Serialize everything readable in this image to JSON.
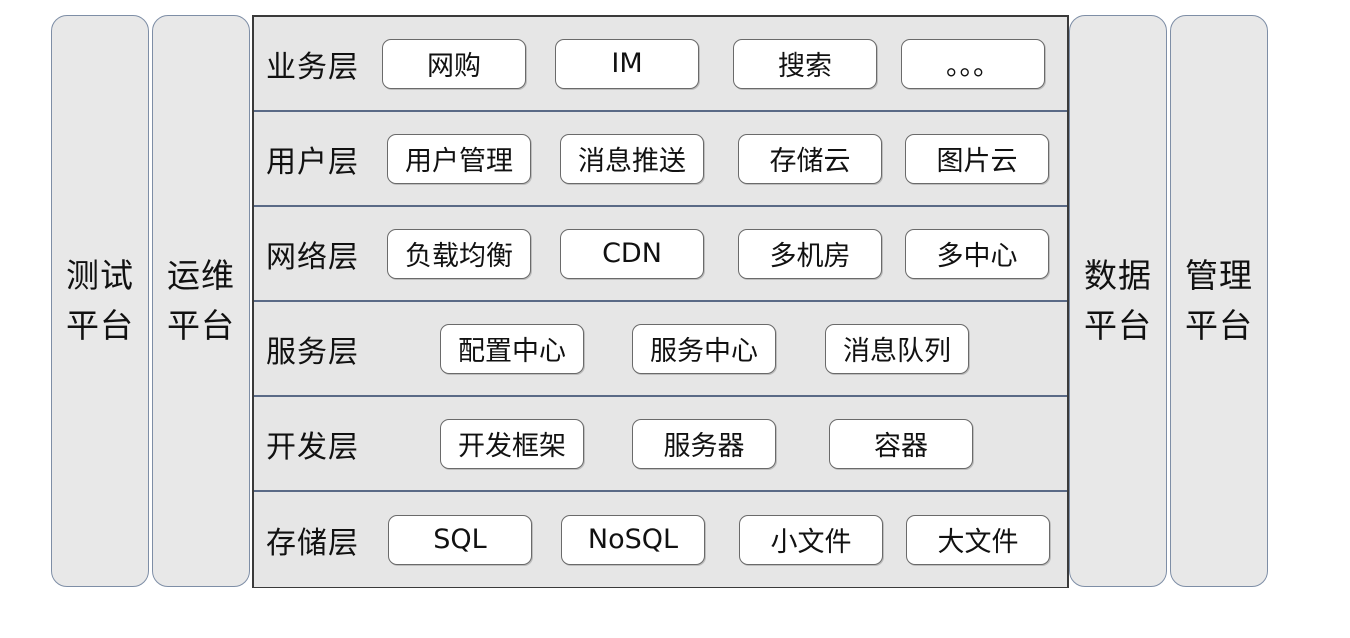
{
  "side_platforms": {
    "test": "测试平台",
    "ops": "运维平台",
    "data": "数据平台",
    "management": "管理平台"
  },
  "layers": [
    {
      "title": "业务层",
      "items": [
        "网购",
        "IM",
        "搜索",
        "。。。"
      ]
    },
    {
      "title": "用户层",
      "items": [
        "用户管理",
        "消息推送",
        "存储云",
        "图片云"
      ]
    },
    {
      "title": "网络层",
      "items": [
        "负载均衡",
        "CDN",
        "多机房",
        "多中心"
      ]
    },
    {
      "title": "服务层",
      "items": [
        "配置中心",
        "服务中心",
        "消息队列"
      ]
    },
    {
      "title": "开发层",
      "items": [
        "开发框架",
        "服务器",
        "容器"
      ]
    },
    {
      "title": "存储层",
      "items": [
        "SQL",
        "NoSQL",
        "小文件",
        "大文件"
      ]
    }
  ]
}
